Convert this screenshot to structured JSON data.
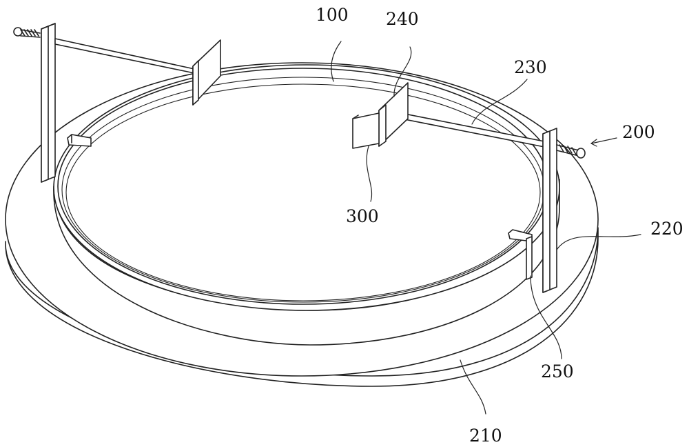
{
  "labels": {
    "l100": "100",
    "l240": "240",
    "l230": "230",
    "l200": "200",
    "l300": "300",
    "l220": "220",
    "l250": "250",
    "l210": "210"
  }
}
